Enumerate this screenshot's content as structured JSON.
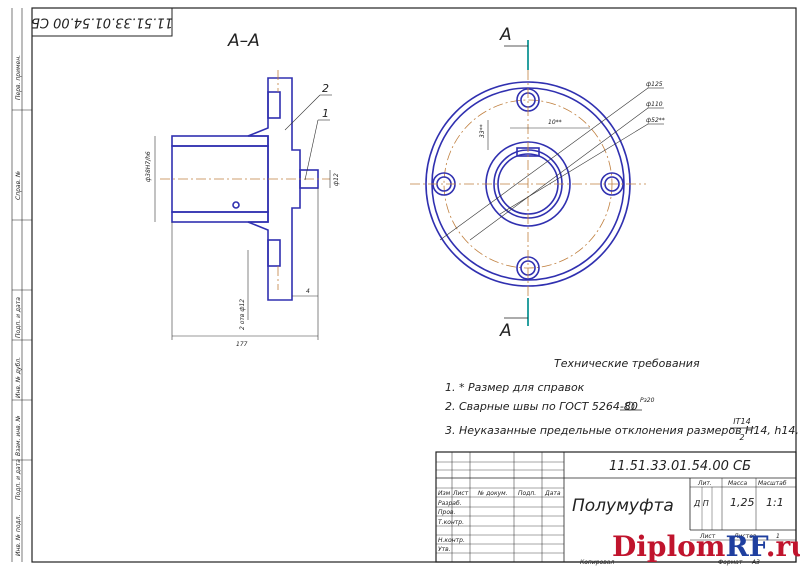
{
  "stamp_top": "11.51.33.01.54.00 СБ",
  "section_label": "А–А",
  "cut_marks": {
    "top": "А",
    "bottom": "А"
  },
  "side_strip": [
    "Перв. примен.",
    "Справ. №",
    "Подп. и дата",
    "Инв. № дубл.",
    "Взам. инв. №",
    "Подп. и дата",
    "Инв. № подл."
  ],
  "callouts": {
    "one": "1",
    "two": "2"
  },
  "dims": {
    "bore": "ф38Н7/h6",
    "shaft": "ф12",
    "holes": "2 отв ф12",
    "len": "4",
    "total": "177",
    "d_outer": "ф125",
    "d_pcd": "ф110",
    "d_inner": "ф52**",
    "key": "10**",
    "key_depth": "33**"
  },
  "notes": {
    "title": "Технические требования",
    "items": [
      "1. * Размер для справок",
      "2. Сварные швы по ГОСТ 5264-80",
      "3. Неуказанные предельные отклонения размеров Н14, h14, ±"
    ],
    "weld_symbol": "Рз20",
    "fraction_top": "IT14",
    "fraction_bottom": "2"
  },
  "title_block": {
    "designation": "11.51.33.01.54.00 СБ",
    "name": "Полумуфта",
    "headers": [
      "Изм",
      "Лист",
      "№ докум.",
      "Подп.",
      "Дата"
    ],
    "roles": [
      "Разраб.",
      "Пров.",
      "Т.контр.",
      "",
      "Н.контр.",
      "Утв."
    ],
    "lit_label": "Лит.",
    "mass_label": "Масса",
    "scale_label": "Масштаб",
    "lit_value": "Д  П",
    "mass_value": "1,25",
    "scale_value": "1:1",
    "sheet_label": "Лист",
    "sheets_label": "Листов",
    "sheets_value": "1",
    "copied": "Копировал",
    "format_label": "Формат",
    "format_value": "А3"
  },
  "watermark": {
    "part1": "Diplom",
    "part2": "RF",
    "part3": ".ru"
  },
  "colors": {
    "part_line": "#3030b0",
    "center_line": "#c08040",
    "wm_red": "#c0142d",
    "wm_blue": "#1f3f9f"
  }
}
